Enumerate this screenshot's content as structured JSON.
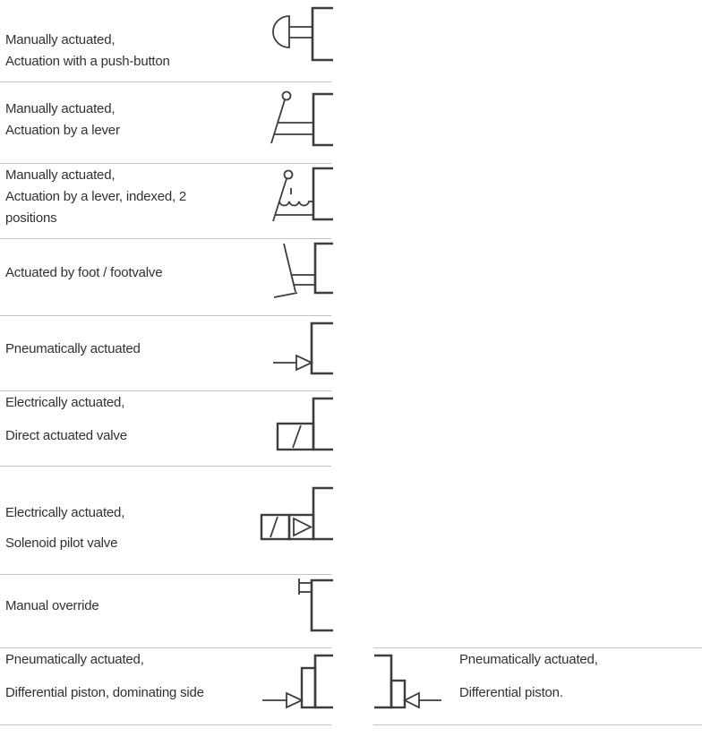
{
  "document_title": "Pneumatic valve actuation symbols legend",
  "colors": {
    "background": "#ffffff",
    "symbol_line": "#3d3d3d",
    "separator": "#c3c3c3",
    "text": "#313131"
  },
  "rows": [
    {
      "symbol": "push-button-actuator-symbol",
      "label_lines": [
        "Manually actuated,",
        "Actuation with a push-button"
      ]
    },
    {
      "symbol": "lever-actuator-symbol",
      "label_lines": [
        "Manually actuated,",
        "Actuation by a lever"
      ]
    },
    {
      "symbol": "lever-indexed-actuator-symbol",
      "label_lines": [
        "Manually actuated,",
        "Actuation by a lever, indexed, 2",
        "positions"
      ]
    },
    {
      "symbol": "foot-pedal-actuator-symbol",
      "label_lines": [
        "Actuated by foot / footvalve"
      ]
    },
    {
      "symbol": "pneumatic-pilot-actuator-symbol",
      "label_lines": [
        "Pneumatically actuated"
      ]
    },
    {
      "symbol": "solenoid-direct-actuator-symbol",
      "label_lines": [
        "Electrically actuated,",
        "Direct actuated valve"
      ]
    },
    {
      "symbol": "solenoid-pilot-actuator-symbol",
      "label_lines": [
        "Electrically actuated,",
        "Solenoid pilot valve"
      ]
    },
    {
      "symbol": "manual-override-actuator-symbol",
      "label_lines": [
        "Manual override"
      ]
    },
    {
      "symbol": "differential-piston-dominating-symbol",
      "label_lines": [
        "Pneumatically actuated,",
        "Differential piston, dominating side"
      ]
    },
    {
      "symbol": "differential-piston-symbol",
      "label_lines": [
        "Pneumatically actuated,",
        "Differential piston."
      ]
    }
  ]
}
